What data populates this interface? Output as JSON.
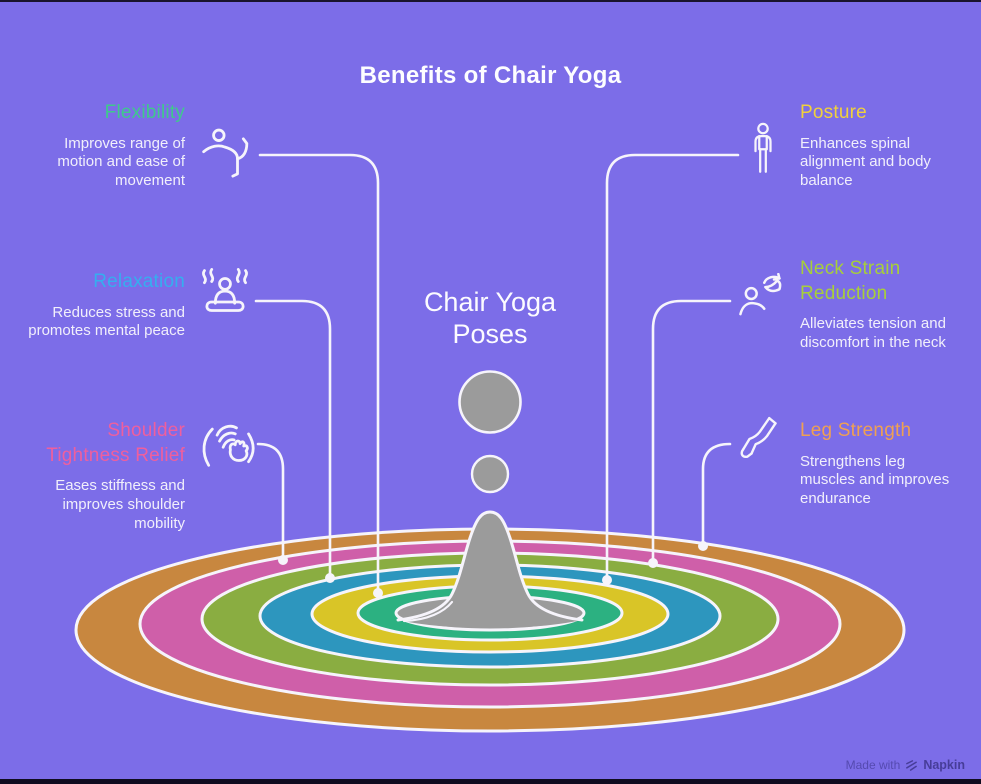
{
  "title": "Benefits of Chair Yoga",
  "center_label": "Chair Yoga Poses",
  "benefits": [
    {
      "title": "Flexibility",
      "description": "Improves range of motion and ease of movement",
      "color": "#3fc98c",
      "icon": "stretching-person-icon",
      "side": "left"
    },
    {
      "title": "Relaxation",
      "description": "Reduces stress and promotes mental peace",
      "color": "#35aeef",
      "icon": "meditating-person-icon",
      "side": "left"
    },
    {
      "title": "Shoulder Tightness Relief",
      "description": "Eases stiffness and improves shoulder mobility",
      "color": "#ef5f9d",
      "icon": "shoulder-massage-icon",
      "side": "left"
    },
    {
      "title": "Posture",
      "description": "Enhances spinal alignment and body balance",
      "color": "#f1d13b",
      "icon": "standing-person-icon",
      "side": "right"
    },
    {
      "title": "Neck Strain Reduction",
      "description": "Alleviates tension and discomfort in the neck",
      "color": "#a7cf3a",
      "icon": "neck-rotation-icon",
      "side": "right"
    },
    {
      "title": "Leg Strength",
      "description": "Strengthens leg muscles and improves endurance",
      "color": "#efa052",
      "icon": "bent-leg-icon",
      "side": "right"
    }
  ],
  "ripple": {
    "rings": [
      {
        "name": "ring-orange",
        "color": "#c8873f"
      },
      {
        "name": "ring-pink",
        "color": "#cf5fa9"
      },
      {
        "name": "ring-olive",
        "color": "#8aad41"
      },
      {
        "name": "ring-blue",
        "color": "#2d96be"
      },
      {
        "name": "ring-yellow",
        "color": "#d9c527"
      },
      {
        "name": "ring-teal",
        "color": "#2cb181"
      }
    ],
    "pool_color": "#9b9b9b",
    "droplet_color": "#9b9b9b",
    "line_color": "#f6f4fb"
  },
  "palette": {
    "background": "#7c6de8",
    "title_text": "#fdfdff",
    "body_text": "#f1effb"
  },
  "footer": {
    "made_with": "Made with",
    "brand": "Napkin"
  }
}
